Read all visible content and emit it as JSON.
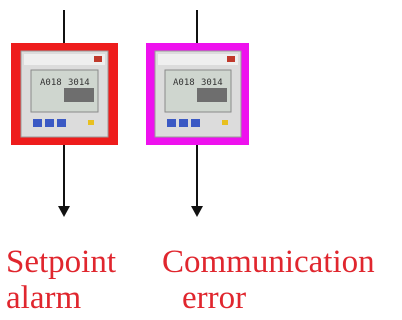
{
  "colors": {
    "setpoint_alarm_frame": "#ee1c1c",
    "communication_error_frame": "#ee11ee",
    "caption_text": "#e0262e",
    "connector_line": "#111111",
    "device_body": "#dcdcdc",
    "device_screen": "#cfd6cf",
    "device_button": "#3b59c4"
  },
  "devices": [
    {
      "name": "setpoint-alarm",
      "screen_readout": [
        "A018",
        "3014"
      ],
      "caption_lines": [
        "Setpoint",
        "alarm"
      ]
    },
    {
      "name": "communication-error",
      "screen_readout": [
        "A018",
        "3014"
      ],
      "caption_lines": [
        "Communication",
        "error"
      ]
    }
  ]
}
